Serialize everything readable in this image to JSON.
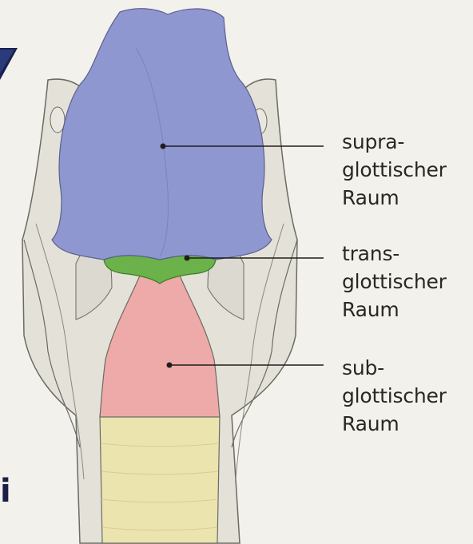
{
  "labels": {
    "supraglottic": {
      "line1": "supra-",
      "line2": "glottischer",
      "line3": "Raum"
    },
    "transglottic": {
      "line1": "trans-",
      "line2": "glottischer",
      "line3": "Raum"
    },
    "subglottic": {
      "line1": "sub-",
      "line2": "glottischer",
      "line3": "Raum"
    }
  },
  "corner_glyph": "i",
  "colors": {
    "supraglottic": "#8e97cf",
    "transglottic": "#6bb24a",
    "subglottic": "#eeaaa8",
    "trachea": "#ece4ae",
    "tissue": "#e4e2d8",
    "background": "#f3f1ec",
    "outline": "#6b6a64"
  }
}
